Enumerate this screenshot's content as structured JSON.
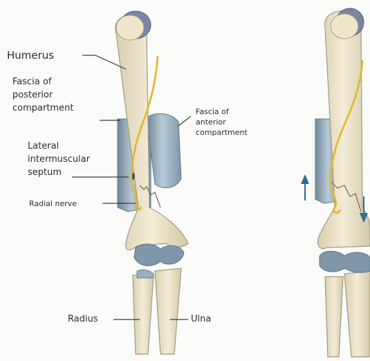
{
  "labels": {
    "humerus": "Humerus",
    "fascia_posterior": [
      "Fascia of",
      "posterior",
      "compartment"
    ],
    "fascia_anterior": [
      "Fascia of",
      "anterior",
      "compartment"
    ],
    "septum": [
      "Lateral",
      "intermuscular",
      "septum"
    ],
    "radial_nerve": "Radial nerve",
    "radius": "Radius",
    "ulna": "Ulna"
  },
  "colors": {
    "bone": "#ece2c4",
    "bone_outline": "#a0987e",
    "cartilage": "#7f97a8",
    "humeral_head": "#7b86a6",
    "fascia": "#8ea6b8",
    "nerve": "#e3b52a",
    "arrow": "#2b6e96",
    "line": "#3a3a3a"
  }
}
